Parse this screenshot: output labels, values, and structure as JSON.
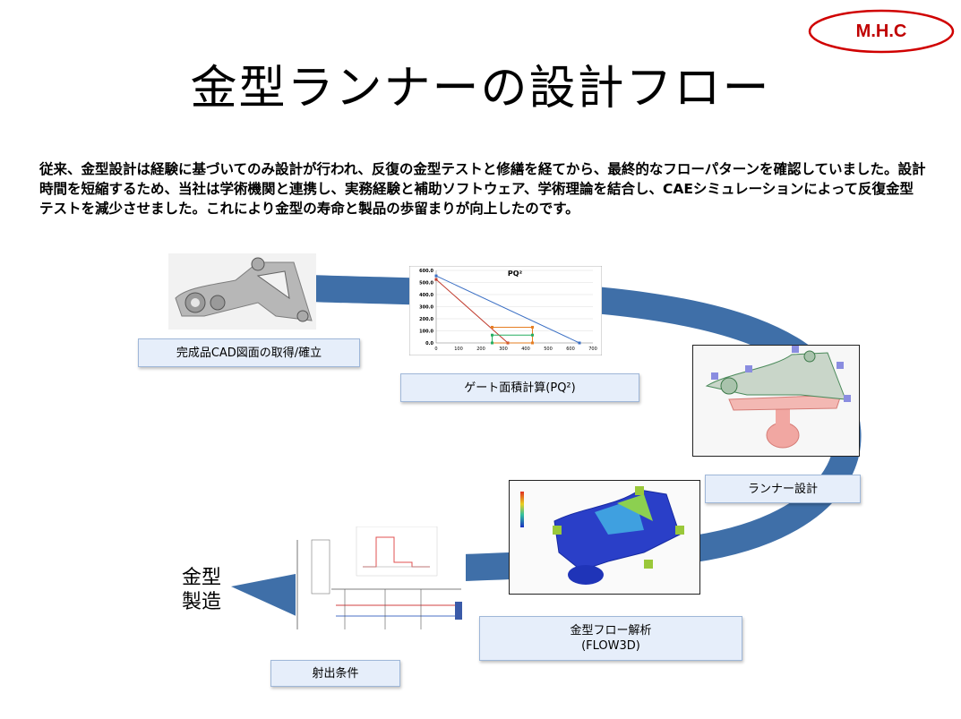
{
  "header": {
    "logo_text": "M.H.C",
    "title": "金型ランナーの設計フロー"
  },
  "intro_text": "従来、金型設計は経験に基づいてのみ設計が行われ、反復の金型テストと修繕を経てから、最終的なフローパターンを確認していました。設計時間を短縮するため、当社は学術機関と連携し、実務経験と補助ソフトウェア、学術理論を結合し、CAEシミュレーションによって反復金型テストを減少させました。これにより金型の寿命と製品の歩留まりが向上したのです。",
  "steps": {
    "cad": "完成品CAD図面の取得/確立",
    "gate": "ゲート面積計算(PQ²)",
    "runner": "ランナー設計",
    "flow": "金型フロー解析\n(FLOW3D)",
    "injection": "射出条件",
    "manufacturing": "金型\n製造"
  },
  "colors": {
    "arrow": "#3f6fa8",
    "logo": "#c00000",
    "label_bg": "#e6eefa"
  },
  "chart_data": {
    "type": "line",
    "title": "PQ²",
    "xlim": [
      0,
      700
    ],
    "ylim": [
      0,
      600
    ],
    "xticks": [
      "0",
      "100",
      "200",
      "300",
      "400",
      "500",
      "600",
      "700"
    ],
    "yticks": [
      "0.0",
      "100.0",
      "200.0",
      "300.0",
      "400.0",
      "500.0",
      "600.0"
    ],
    "series": [
      {
        "color": "#3a6fc4",
        "points": [
          [
            0,
            555
          ],
          [
            640,
            0
          ]
        ]
      },
      {
        "color": "#c0392b",
        "points": [
          [
            0,
            525
          ],
          [
            320,
            0
          ]
        ]
      },
      {
        "color": "#e67e22",
        "points": [
          [
            250,
            130
          ],
          [
            430,
            130
          ],
          [
            430,
            0
          ],
          [
            250,
            0
          ]
        ]
      },
      {
        "color": "#27ae60",
        "points": [
          [
            250,
            0
          ],
          [
            250,
            65
          ],
          [
            430,
            65
          ]
        ]
      }
    ]
  }
}
